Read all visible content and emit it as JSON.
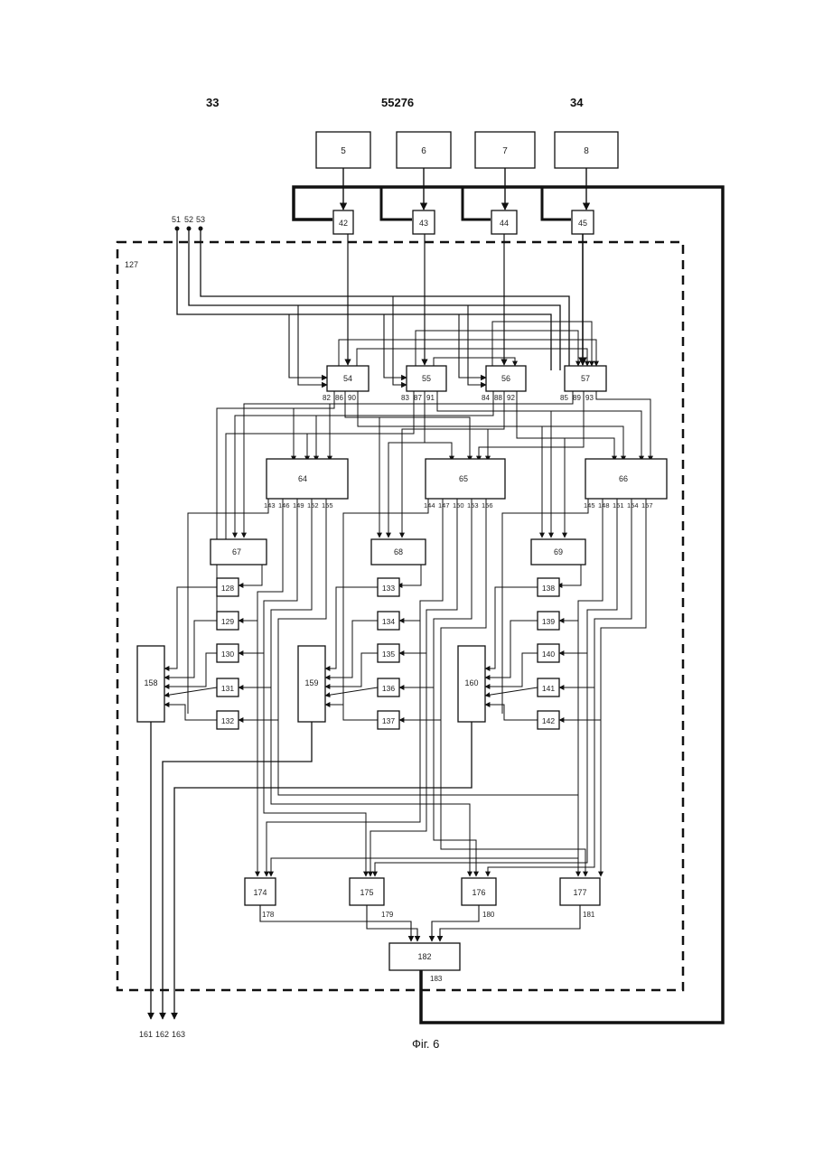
{
  "header": {
    "page_left": "33",
    "patent_number": "55276",
    "page_right": "34"
  },
  "caption": "Фіг. 6",
  "frame_label": "127",
  "input_labels": [
    "51",
    "52",
    "53"
  ],
  "output_labels": [
    "161",
    "162",
    "163"
  ],
  "blocks": {
    "top": [
      "5",
      "6",
      "7",
      "8"
    ],
    "gates": [
      "42",
      "43",
      "44",
      "45"
    ],
    "row_a": [
      "54",
      "55",
      "56",
      "57"
    ],
    "row_b": [
      "64",
      "65",
      "66"
    ],
    "row_c": [
      "67",
      "68",
      "69"
    ],
    "col_left": [
      "128",
      "129",
      "130",
      "131",
      "132"
    ],
    "col_mid": [
      "133",
      "134",
      "135",
      "136",
      "137"
    ],
    "col_right": [
      "138",
      "139",
      "140",
      "141",
      "142"
    ],
    "tall": [
      "158",
      "159",
      "160"
    ],
    "bottom": [
      "174",
      "175",
      "176",
      "177"
    ],
    "final": "182"
  },
  "port_labels": {
    "b54": [
      "82",
      "86",
      "90"
    ],
    "b55": [
      "83",
      "87",
      "91"
    ],
    "b56": [
      "84",
      "88",
      "92"
    ],
    "b57": [
      "85",
      "89",
      "93"
    ],
    "b64": [
      "143",
      "146",
      "149",
      "152",
      "155"
    ],
    "b65": [
      "144",
      "147",
      "150",
      "153",
      "156"
    ],
    "b66": [
      "145",
      "148",
      "151",
      "154",
      "157"
    ],
    "bottom_outs": [
      "178",
      "179",
      "180",
      "181"
    ],
    "final_out": "183"
  }
}
